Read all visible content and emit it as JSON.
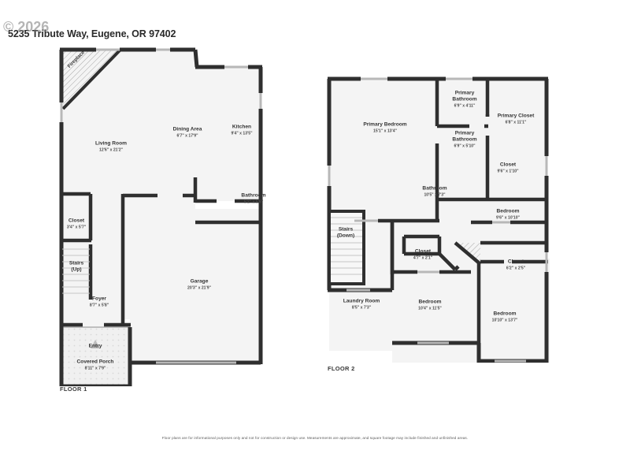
{
  "header": {
    "address": "5235 Tribute Way, Eugene, OR 97402",
    "watermark": "© 2026"
  },
  "footer": {
    "disclaimer": "Floor plans are for informational purposes only and not for construction or design use. Measurements are approximate, and square footage may include finished and unfinished areas."
  },
  "floor1": {
    "label": "FLOOR 1",
    "fireplace_label": "Fireplace",
    "rooms": [
      {
        "name": "Living Room",
        "dim": "12'6\" x 21'2\""
      },
      {
        "name": "Dining Area",
        "dim": "6'7\" x 17'9\""
      },
      {
        "name": "Kitchen",
        "dim": "9'4\" x 13'5\""
      },
      {
        "name": "Bathroom",
        "dim": "5'2\" x 5'6\""
      },
      {
        "name": "Closet",
        "dim": "3'4\" x 5'7\""
      },
      {
        "name": "Stairs\n(Up)",
        "dim": ""
      },
      {
        "name": "Foyer",
        "dim": "8'7\" x 5'8\""
      },
      {
        "name": "Garage",
        "dim": "20'3\" x 21'9\""
      },
      {
        "name": "Entry",
        "dim": ""
      },
      {
        "name": "Covered Porch",
        "dim": "8'11\" x 7'9\""
      }
    ]
  },
  "floor2": {
    "label": "FLOOR 2",
    "rooms": [
      {
        "name": "Primary Bedroom",
        "dim": "15'1\" x 13'4\""
      },
      {
        "name": "Primary\nBathroom",
        "dim": "6'9\" x 4'11\""
      },
      {
        "name": "Primary\nBathroom",
        "dim": "6'9\" x 5'10\""
      },
      {
        "name": "Primary Closet",
        "dim": "6'8\" x 11'1\""
      },
      {
        "name": "Closet",
        "dim": "9'6\" x 1'10\""
      },
      {
        "name": "Bedroom",
        "dim": "9'6\" x 10'10\""
      },
      {
        "name": "Bathroom",
        "dim": "10'5\" x 7'3\""
      },
      {
        "name": "Stairs\n(Down)",
        "dim": ""
      },
      {
        "name": "Closet",
        "dim": "4'7\" x 2'1\""
      },
      {
        "name": "Closet",
        "dim": "6'2\" x 2'5\""
      },
      {
        "name": "Laundry Room",
        "dim": "8'5\" x 7'3\""
      },
      {
        "name": "Bedroom",
        "dim": "10'4\" x 11'5\""
      },
      {
        "name": "Bedroom",
        "dim": "10'10\" x 13'7\""
      }
    ]
  },
  "colors": {
    "wall": "#2f2f2f",
    "fill": "#f4f4f4",
    "porch_fill": "#f0f0f0",
    "text": "#333333",
    "page_bg": "#ffffff"
  }
}
